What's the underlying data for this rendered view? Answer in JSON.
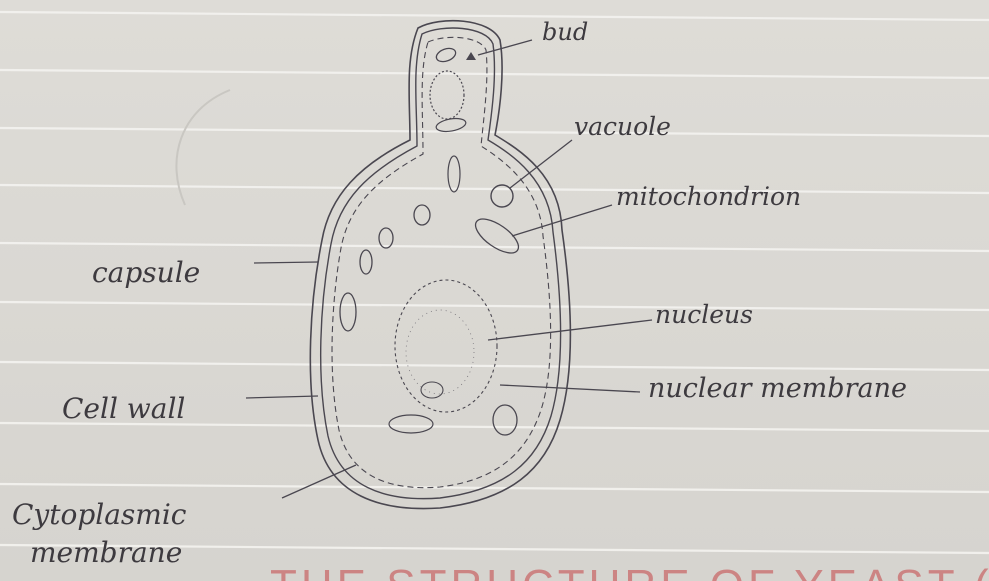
{
  "labels": {
    "bud": "bud",
    "vacuole": "vacuole",
    "mitochondrion": "mitochondrion",
    "capsule": "capsule",
    "nucleus": "nucleus",
    "cell_wall": "Cell wall",
    "nuclear_membrane": "nuclear membrane",
    "cytoplasmic_line1": "Cytoplasmic",
    "cytoplasmic_line2": "membrane",
    "caption_partial": "THE STRUCTURE OF YEAST ("
  },
  "colors": {
    "paper": "#dcdad5",
    "rule_line": "#f3f2ef",
    "pencil": "#4a4750",
    "caption_red": "#c96a6a"
  }
}
